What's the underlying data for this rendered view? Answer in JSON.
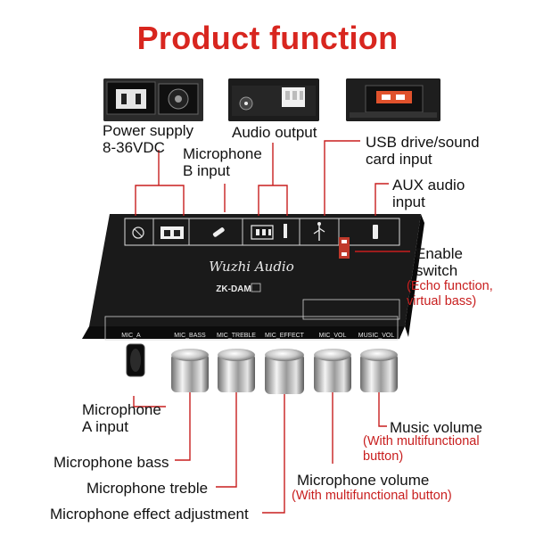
{
  "title": "Product function",
  "labels": {
    "power_supply": "Power supply\n8-36VDC",
    "audio_output": "Audio output",
    "usb_input": "USB drive/sound\ncard input",
    "mic_b_input": "Microphone\nB input",
    "aux_input": "AUX audio\ninput",
    "enable_switch": "Enable\nswitch",
    "enable_switch_note": "(Echo function,\nvirtual bass)",
    "mic_a_input": "Microphone\nA input",
    "music_volume": "Music volume",
    "music_volume_note": "(With multifunctional\nbutton)",
    "mic_bass": "Microphone bass",
    "mic_treble": "Microphone treble",
    "mic_volume": "Microphone volume",
    "mic_volume_note": "(With multifunctional button)",
    "mic_effect": "Microphone effect adjustment"
  },
  "device": {
    "brand": "Wuzhi Audio",
    "model": "ZK-DAM",
    "knob_labels": [
      "MIC_A",
      "MIC_BASS",
      "MIC_TREBLE",
      "MIC_EFFECT",
      "MIC_VOL",
      "MUSIC_VOL"
    ]
  },
  "colors": {
    "title": "#d8261f",
    "leader": "#c81e1e",
    "note": "#c81e1e",
    "device_body": "#1a1a1a"
  }
}
